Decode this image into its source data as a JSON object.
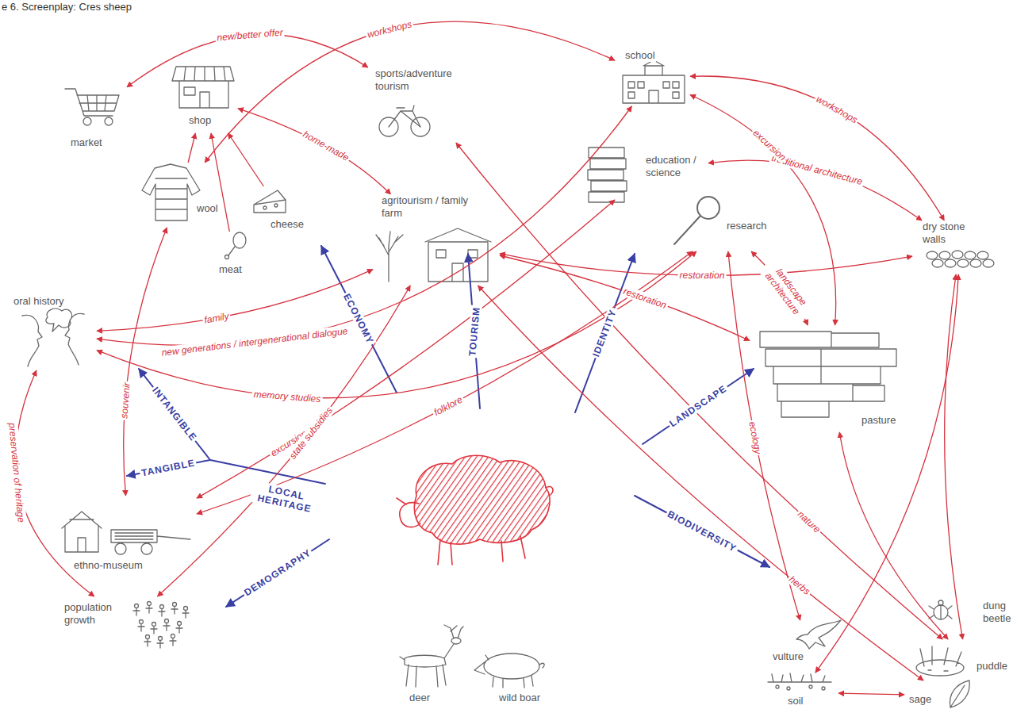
{
  "diagram": {
    "title": "e 6. Screenplay: Cres sheep",
    "nodes": [
      {
        "text": [
          "market"
        ]
      },
      {
        "text": [
          "shop"
        ]
      },
      {
        "text": [
          "wool"
        ]
      },
      {
        "text": [
          "cheese"
        ]
      },
      {
        "text": [
          "meat"
        ]
      },
      {
        "text": [
          "sports/adventure tourism"
        ]
      },
      {
        "text": [
          "agritourism / family farm"
        ]
      },
      {
        "text": [
          "school"
        ]
      },
      {
        "text": [
          "education / science"
        ]
      },
      {
        "text": [
          "research"
        ]
      },
      {
        "text": [
          "dry stone walls"
        ]
      },
      {
        "text": [
          "pasture"
        ]
      },
      {
        "text": [
          "oral history"
        ]
      },
      {
        "text": [
          "ethno-museum"
        ]
      },
      {
        "text": [
          "population growth"
        ]
      },
      {
        "text": [
          "vulture"
        ]
      },
      {
        "text": [
          "dung beetle"
        ]
      },
      {
        "text": [
          "puddle"
        ]
      },
      {
        "text": [
          "soil"
        ]
      },
      {
        "text": [
          "sage"
        ]
      },
      {
        "text": [
          "deer"
        ]
      },
      {
        "text": [
          "wild boar"
        ]
      }
    ],
    "edges": [
      {
        "from": 0,
        "to": 5,
        "label": "new/better offer",
        "arrow": "both"
      },
      {
        "from": 2,
        "to": 7,
        "label": "workshops",
        "arrow": "both"
      },
      {
        "from": 1,
        "to": 6,
        "label": "home-made",
        "arrow": "both"
      },
      {
        "from": 2,
        "to": 1,
        "arrow": "to"
      },
      {
        "from": 3,
        "to": 1,
        "arrow": "to"
      },
      {
        "from": 4,
        "to": 1,
        "arrow": "to"
      },
      {
        "from": 12,
        "to": 6,
        "label": "family",
        "arrow": "both"
      },
      {
        "from": 12,
        "to": 7,
        "label": "new generations / intergenerational dialogue",
        "arrow": "both"
      },
      {
        "from": 12,
        "to": 9,
        "label": "memory studies",
        "arrow": "both"
      },
      {
        "from": 13,
        "to": 8,
        "label": "excursion",
        "arrow": "both"
      },
      {
        "from": 13,
        "to": 9,
        "label": "folklore",
        "arrow": "both"
      },
      {
        "from": 14,
        "to": 6,
        "label": "state subsidies",
        "arrow": "both"
      },
      {
        "from": 2,
        "to": 13,
        "label": "souvenir",
        "arrow": "both"
      },
      {
        "from": 12,
        "to": 14,
        "label": "preservation of heritage",
        "arrow": "both"
      },
      {
        "from": 8,
        "to": 10,
        "label": "traditional architecture",
        "arrow": "both"
      },
      {
        "from": 7,
        "to": 11,
        "label": "excursion",
        "arrow": "both"
      },
      {
        "from": 7,
        "to": 10,
        "label": "workshops",
        "arrow": "both"
      },
      {
        "from": 6,
        "to": 10,
        "label": "restoration",
        "arrow": "both"
      },
      {
        "from": 6,
        "to": 11,
        "label": "restoration",
        "arrow": "both"
      },
      {
        "from": 9,
        "to": 11,
        "label": "landscape architecture",
        "arrow": "both"
      },
      {
        "from": 9,
        "to": 15,
        "label": "ecology",
        "arrow": "both"
      },
      {
        "from": 5,
        "to": 17,
        "label": "nature",
        "arrow": "both"
      },
      {
        "from": 6,
        "to": 19,
        "label": "herbs",
        "arrow": "both"
      },
      {
        "from": 11,
        "to": 17,
        "arrow": "both"
      },
      {
        "from": 10,
        "to": 18,
        "arrow": "both"
      },
      {
        "from": 10,
        "to": 17,
        "arrow": "both"
      },
      {
        "from": 18,
        "to": 19,
        "arrow": "both"
      }
    ],
    "labels": [
      "ECONOMY",
      "TOURISM",
      "IDENTITY",
      "LANDSCAPE",
      "BIODIVERSITY",
      "DEMOGRAPHY",
      "INTANGIBLE",
      "TANGIBLE",
      "LOCAL HERITAGE"
    ]
  }
}
